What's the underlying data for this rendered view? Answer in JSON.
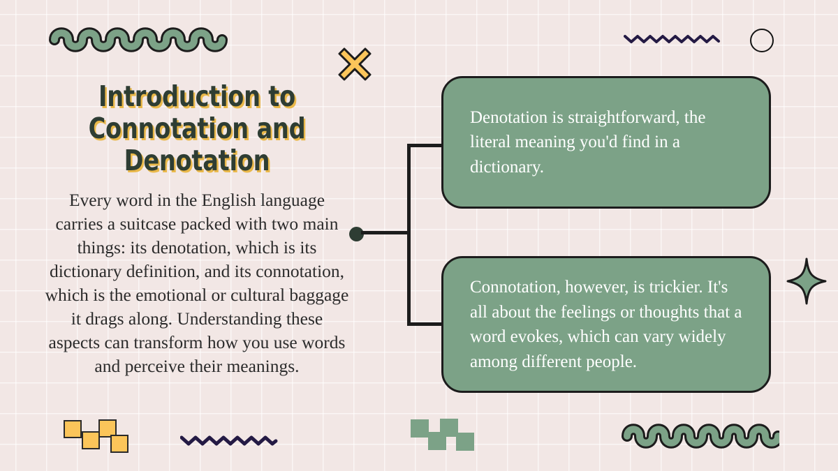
{
  "slide": {
    "title": "Introduction to Connotation and Denotation",
    "body_paragraph": "Every word in the English language carries a suitcase packed with two main things: its denotation, which is its dictionary definition, and its connotation, which is the emotional or cultural baggage it drags along. Understanding these aspects can transform how you use words and perceive their meanings.",
    "cards": [
      {
        "id": "denotation",
        "text": "Denotation is straightforward, the literal meaning you'd find in a dictionary."
      },
      {
        "id": "connotation",
        "text": "Connotation, however, is trickier. It's all about the feelings or thoughts that a word evokes, which can vary widely among different people."
      }
    ]
  },
  "colors": {
    "background": "#f2e7e5",
    "grid_line": "#ffffff",
    "title_text": "#2e3d33",
    "title_shadow": "#e9b84a",
    "body_text": "#2b2b2b",
    "card_fill": "#7ca287",
    "card_border": "#1c1c1c",
    "card_text": "#ffffff",
    "accent_yellow": "#fbc55a",
    "accent_navy": "#241a44",
    "accent_green": "#7ca287",
    "outline_dark": "#1c1c1c"
  },
  "decorations": [
    {
      "name": "squiggle-top-left",
      "shape": "wavy-line",
      "color": "#7ca287"
    },
    {
      "name": "x-mark-top",
      "shape": "cross",
      "color": "#fbc55a"
    },
    {
      "name": "zigzag-top-right",
      "shape": "zigzag",
      "color": "#241a44"
    },
    {
      "name": "circle-outline-top-right",
      "shape": "circle",
      "color": "#141414"
    },
    {
      "name": "sparkle-right",
      "shape": "four-point-star",
      "color": "#7ca287"
    },
    {
      "name": "yellow-squares-bottom-left",
      "shape": "squares",
      "color": "#fbc55a",
      "count": 4
    },
    {
      "name": "zigzag-bottom-left",
      "shape": "zigzag",
      "color": "#241a44"
    },
    {
      "name": "green-squares-bottom-center",
      "shape": "squares",
      "color": "#7ca287",
      "count": 4
    },
    {
      "name": "squiggle-bottom-right",
      "shape": "wavy-line",
      "color": "#7ca287"
    }
  ],
  "connector": {
    "name": "bracket-connector",
    "description": "dot joined by a line to a vertical bracket feeding both cards"
  }
}
